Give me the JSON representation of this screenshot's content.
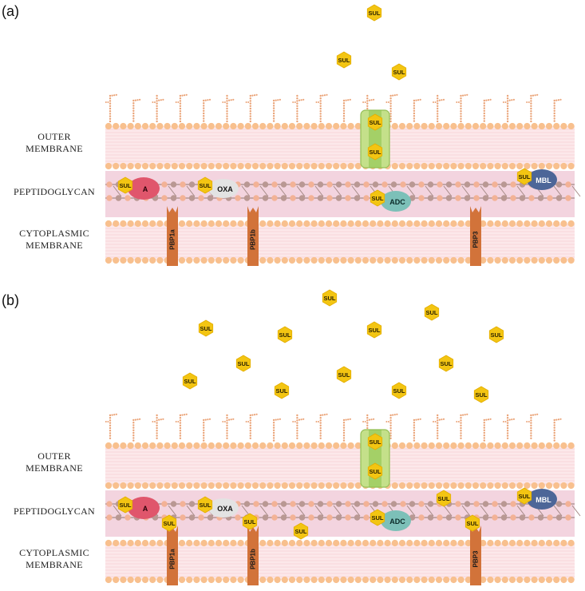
{
  "panels": [
    {
      "label": "(a)",
      "layers": {
        "outer": [
          "OUTER",
          "MEMBRANE"
        ],
        "peptidoglycan": "PEPTIDOGLYCAN",
        "cytoplasmic": [
          "CYTOPLASMIC",
          "MEMBRANE"
        ]
      },
      "molecule": "SUL",
      "enzymes": [
        "A",
        "OXA",
        "ADC",
        "MBL"
      ],
      "pbps": [
        "PBP1a",
        "PBP1b",
        "PBP3"
      ]
    },
    {
      "label": "(b)",
      "layers": {
        "outer": [
          "OUTER",
          "MEMBRANE"
        ],
        "peptidoglycan": "PEPTIDOGLYCAN",
        "cytoplasmic": [
          "CYTOPLASMIC",
          "MEMBRANE"
        ]
      },
      "molecule": "SUL",
      "enzymes": [
        "A",
        "OXA",
        "ADC",
        "MBL"
      ],
      "pbps": [
        "PBP1a",
        "PBP1b",
        "PBP3"
      ]
    }
  ],
  "colors": {
    "membrane_fill": "#fce8ea",
    "peptidoglycan_fill": "#f3d4df",
    "lipid_head": "#f8c08e",
    "sulbactam": "#f3c512",
    "porin": "#c4e08a",
    "pbp": "#d2733a",
    "enzyme_A": "#e0566c",
    "enzyme_OXA": "#e3e3e3",
    "enzyme_ADC": "#7cc0b8",
    "enzyme_MBL": "#4d6698"
  }
}
